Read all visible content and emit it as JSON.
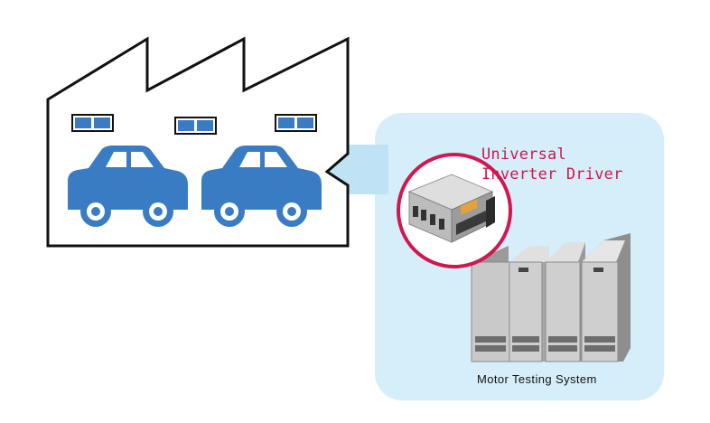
{
  "callout": {
    "line1": "Universal",
    "line2": "Inverter Driver"
  },
  "system_label": "Motor Testing System",
  "colors": {
    "panel": "#d6eef9",
    "car": "#3a7cc3",
    "callout_ring": "#d0174f",
    "factory_outline": "#111111",
    "cabinet": "#c9c9c9"
  },
  "icons": [
    "factory-icon",
    "car-icon",
    "window-icon",
    "arrow-icon",
    "inverter-device-icon",
    "server-cabinet-icon"
  ]
}
